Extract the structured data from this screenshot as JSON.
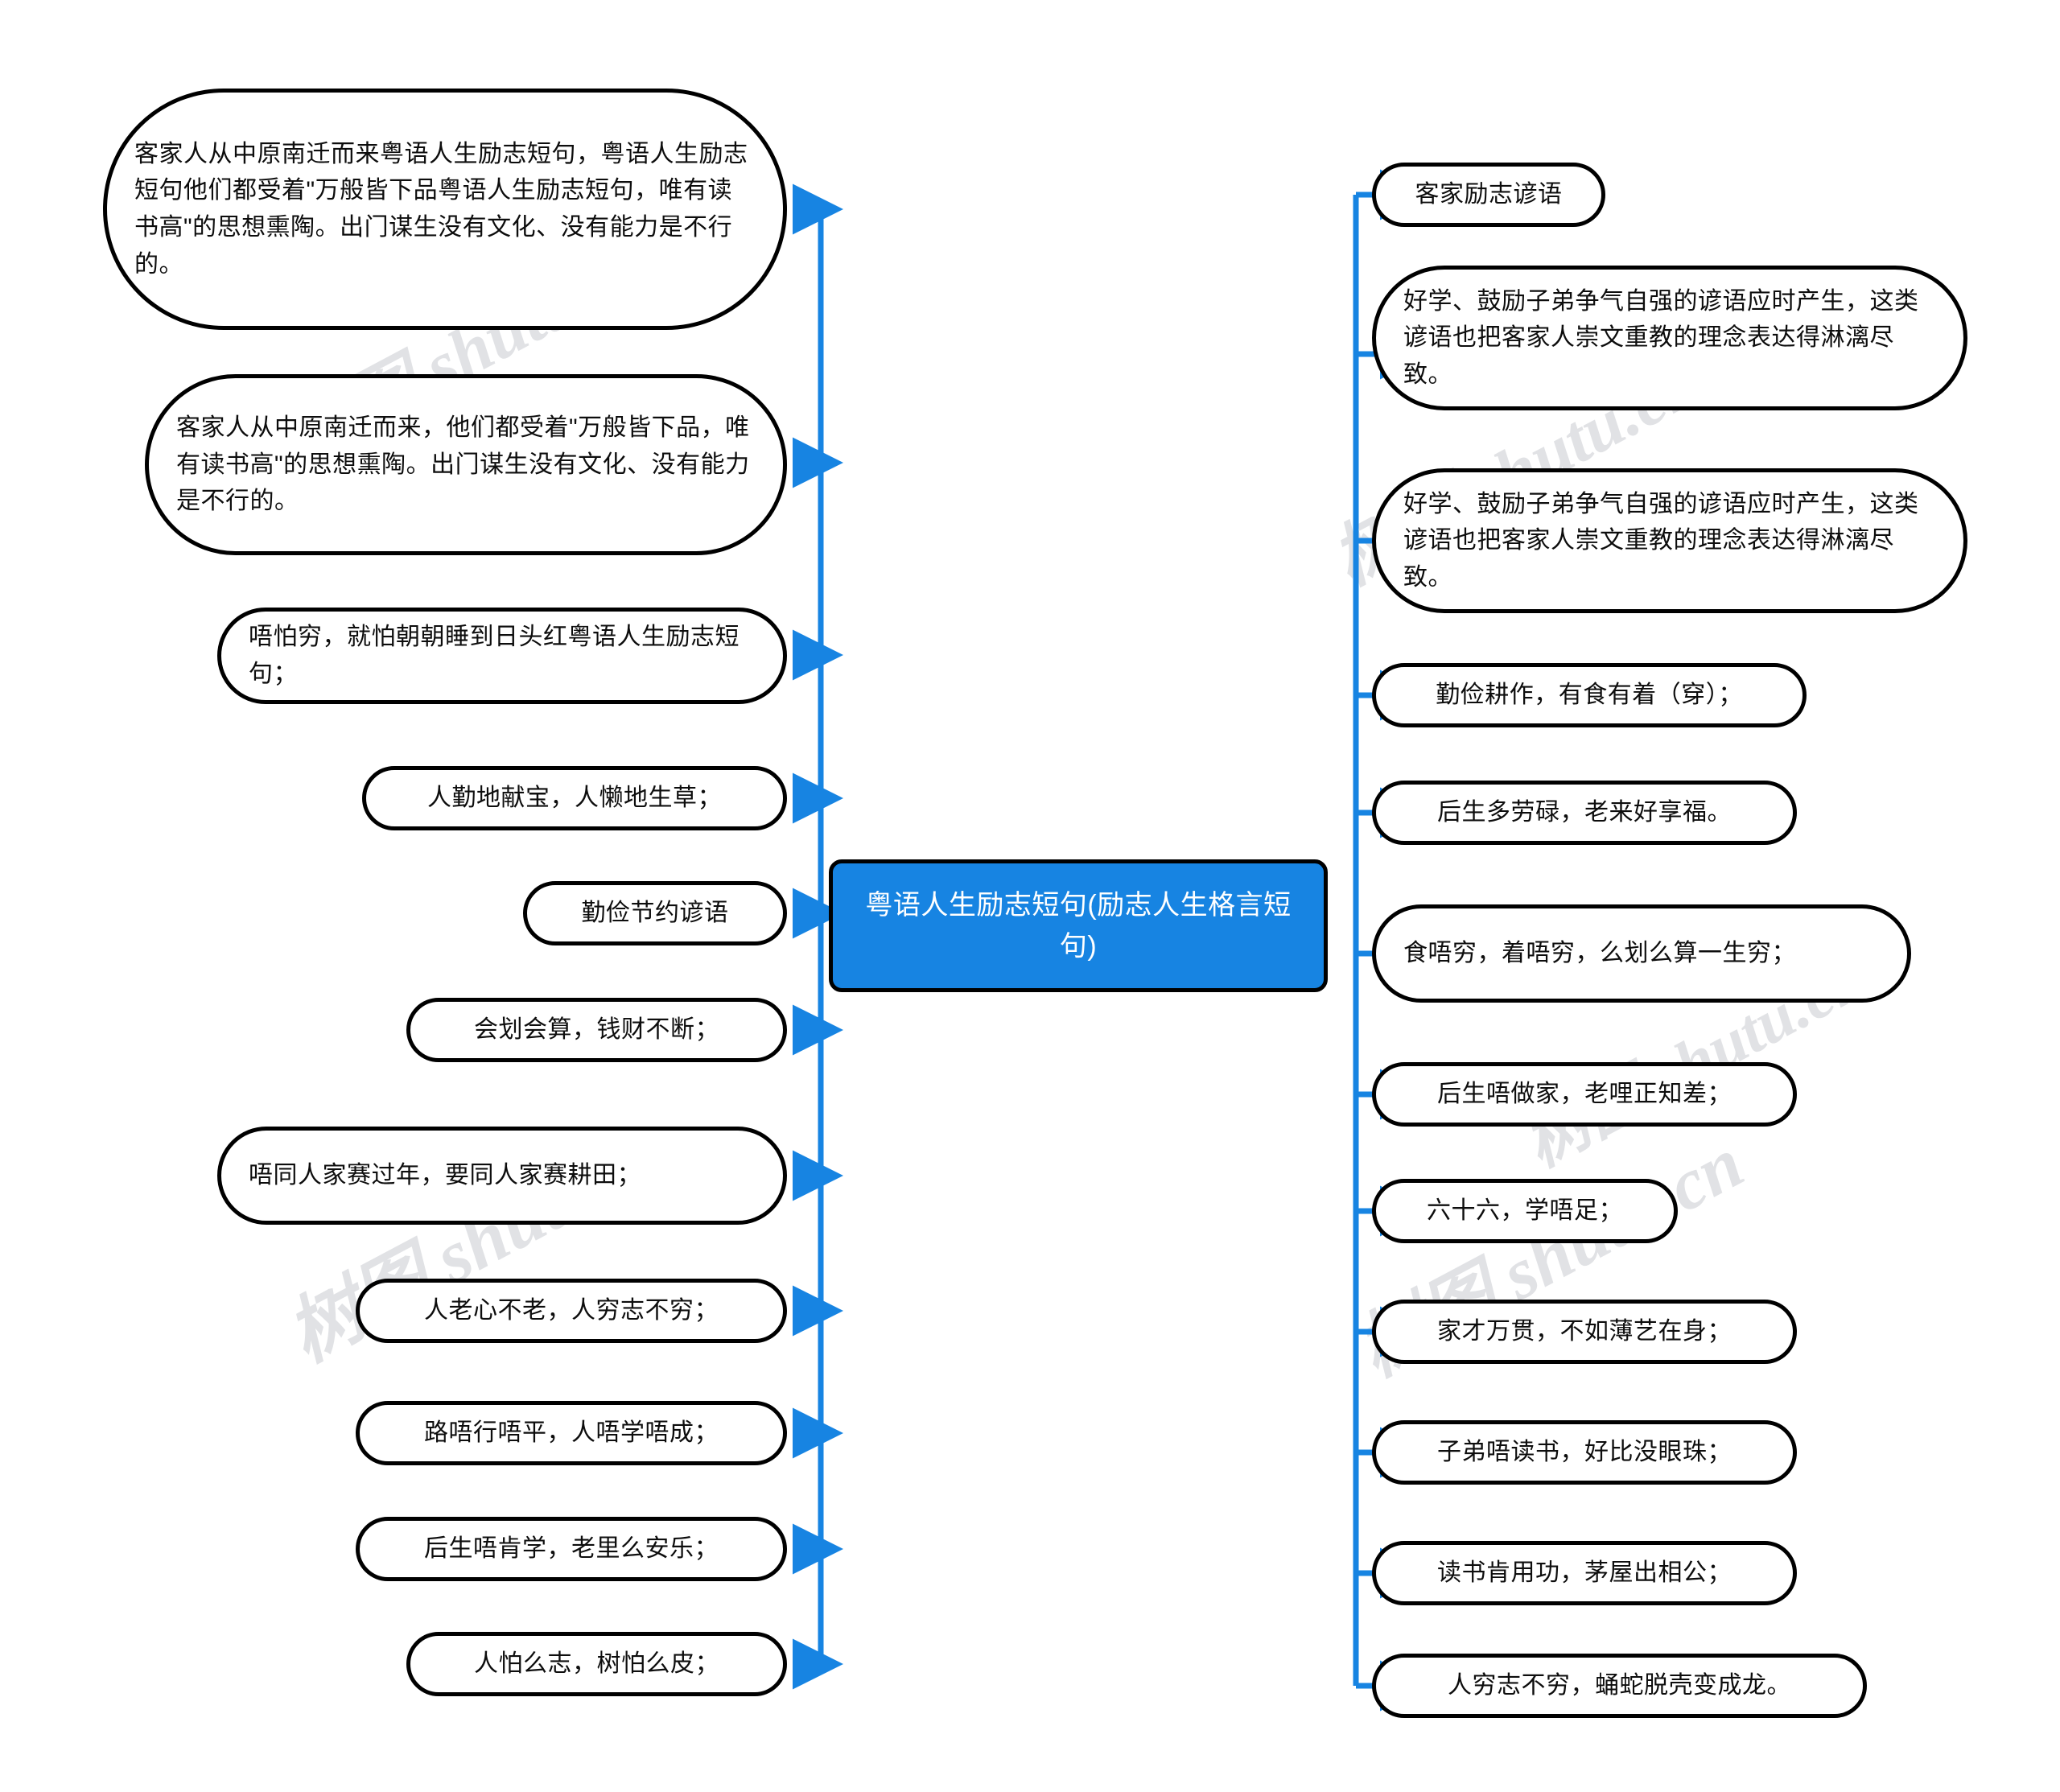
{
  "title": "粤语人生励志短句(励志人生格言短句)",
  "theme": {
    "accent": "#1784e2",
    "node_border": "#000000",
    "node_fill": "#ffffff",
    "center_text": "#ffffff",
    "node_text": "#0d0d0d",
    "background": "#ffffff",
    "watermark_color": "#c9ccd1"
  },
  "center": {
    "label": "粤语人生励志短句(励志人生格言短句)"
  },
  "watermarks": [
    {
      "text": "树图 shutu.cn"
    },
    {
      "text": "树图 shutu.cn"
    },
    {
      "text": "树图 shutu.cn"
    },
    {
      "text": "树图 shutu.cn"
    },
    {
      "text": "树图 shutu.cn"
    }
  ],
  "left_branch": {
    "nodes": [
      {
        "label": "客家人从中原南迁而来粤语人生励志短句，粤语人生励志短句他们都受着\"万般皆下品粤语人生励志短句，唯有读书高\"的思想熏陶。出门谋生没有文化、没有能力是不行的。"
      },
      {
        "label": "客家人从中原南迁而来，他们都受着\"万般皆下品，唯有读书高\"的思想熏陶。出门谋生没有文化、没有能力是不行的。"
      },
      {
        "label": "唔怕穷，就怕朝朝睡到日头红粤语人生励志短句；"
      },
      {
        "label": "人勤地献宝，人懒地生草；"
      },
      {
        "label": "勤俭节约谚语"
      },
      {
        "label": "会划会算，钱财不断；"
      },
      {
        "label": "唔同人家赛过年，要同人家赛耕田；"
      },
      {
        "label": "人老心不老，人穷志不穷；"
      },
      {
        "label": "路唔行唔平，人唔学唔成；"
      },
      {
        "label": "后生唔肯学，老里么安乐；"
      },
      {
        "label": "人怕么志，树怕么皮；"
      }
    ]
  },
  "right_branch": {
    "nodes": [
      {
        "label": "客家励志谚语"
      },
      {
        "label": "好学、鼓励子弟争气自强的谚语应时产生，这类谚语也把客家人崇文重教的理念表达得淋漓尽致。"
      },
      {
        "label": "好学、鼓励子弟争气自强的谚语应时产生，这类谚语也把客家人崇文重教的理念表达得淋漓尽致。"
      },
      {
        "label": "勤俭耕作，有食有着（穿）；"
      },
      {
        "label": "后生多劳碌，老来好享福。"
      },
      {
        "label": "食唔穷，着唔穷，么划么算一生穷；"
      },
      {
        "label": "后生唔做家，老哩正知差；"
      },
      {
        "label": "六十六，学唔足；"
      },
      {
        "label": "家才万贯，不如薄艺在身；"
      },
      {
        "label": "子弟唔读书，好比没眼珠；"
      },
      {
        "label": "读书肯用功，茅屋出相公；"
      },
      {
        "label": "人穷志不穷，蛹蛇脱壳变成龙。"
      }
    ]
  }
}
